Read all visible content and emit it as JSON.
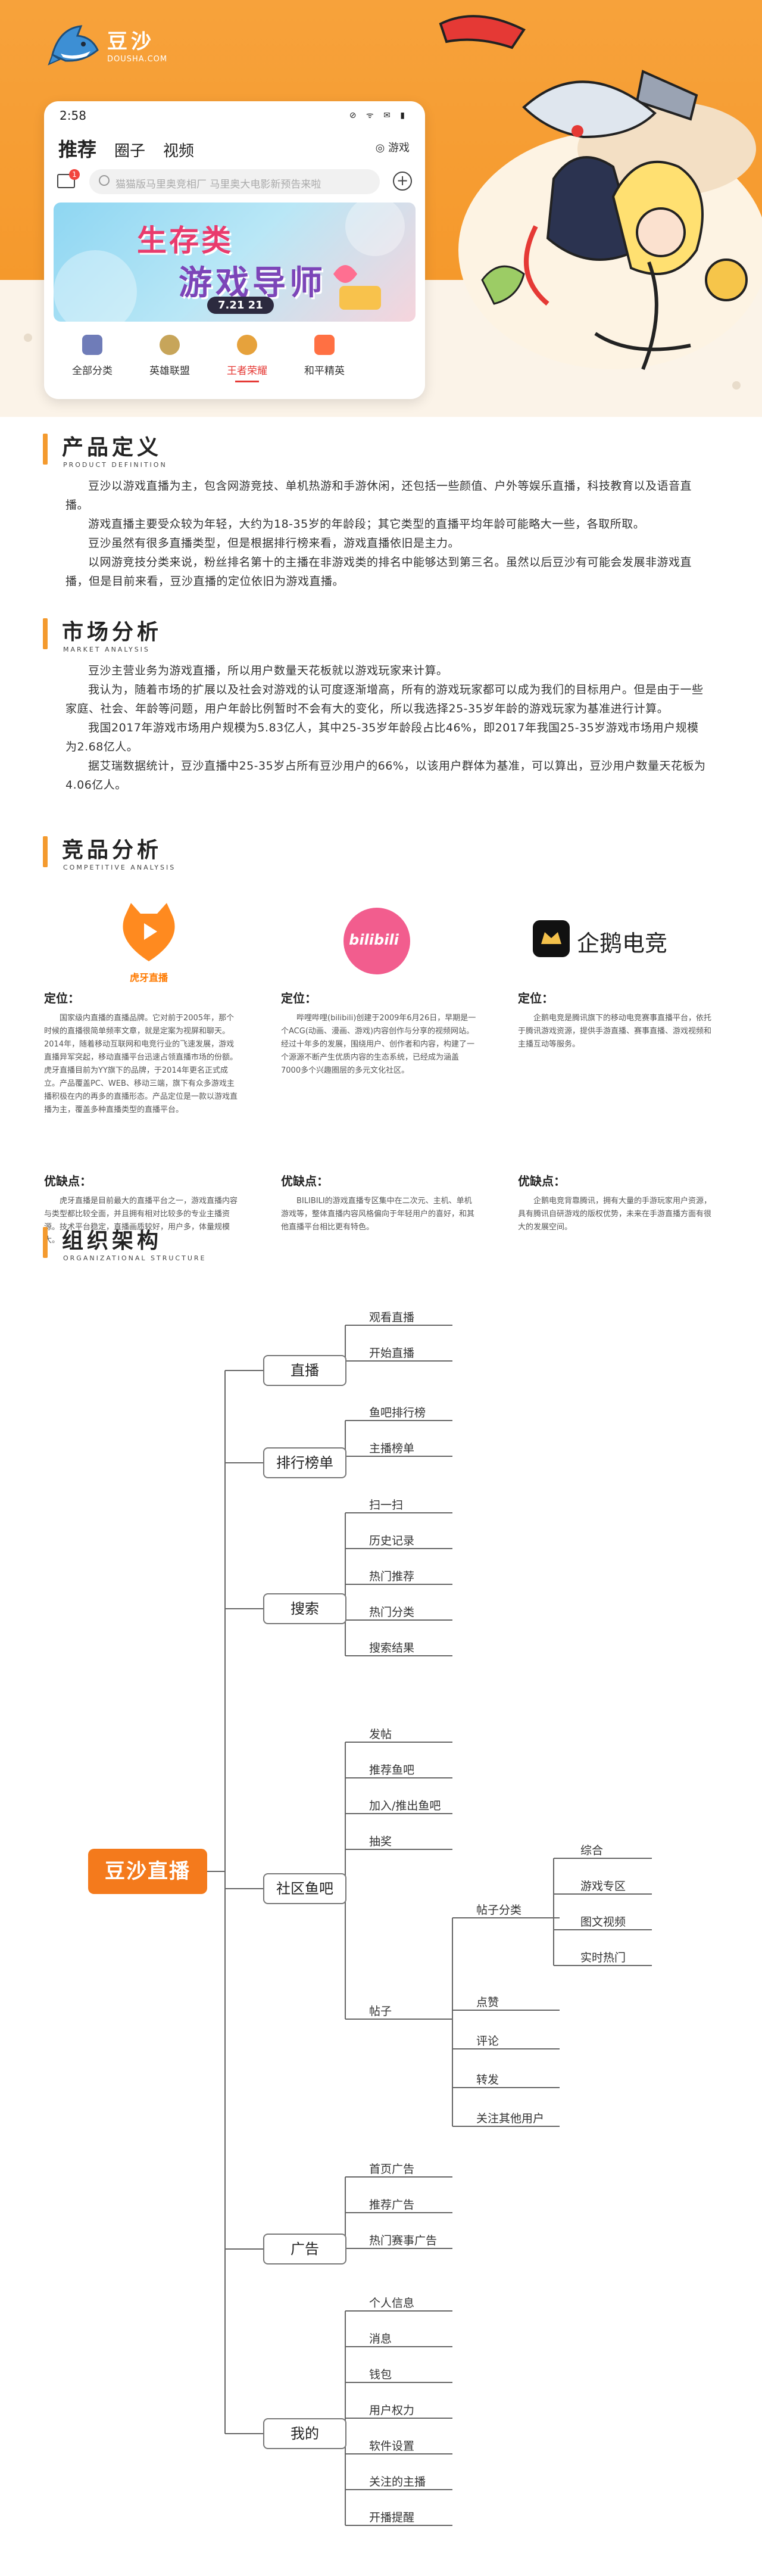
{
  "brand": {
    "name": "豆沙",
    "url": "DOUSHA.COM"
  },
  "phone": {
    "time": "2:58",
    "status_icons": "⊘ ᯤ ✉ ▮",
    "tabs": [
      "推荐",
      "圈子",
      "视频"
    ],
    "game_btn": "◎ 游戏",
    "mail_badge": "1",
    "search_placeholder": "猫猫版马里奥竞相厂 马里奥大电影新预告来啦",
    "banner_title": "生存类",
    "banner_subtitle": "游戏导师",
    "banner_date": "7.21 21",
    "categories": [
      {
        "label": "全部分类",
        "color": "#6f7cb8"
      },
      {
        "label": "英雄联盟",
        "color": "#c7a55a"
      },
      {
        "label": "王者荣耀",
        "color": "#e6a23c"
      },
      {
        "label": "和平精英",
        "color": "#ff7043"
      }
    ]
  },
  "sections": {
    "product": {
      "title": "产品定义",
      "subtitle": "PRODUCT DEFINITION",
      "paragraphs": [
        "豆沙以游戏直播为主，包含网游竞技、单机热游和手游休闲，还包括一些颜值、户外等娱乐直播，科技教育以及语音直播。",
        "游戏直播主要受众较为年轻，大约为18-35岁的年龄段；其它类型的直播平均年龄可能略大一些，各取所取。",
        "豆沙虽然有很多直播类型，但是根据排行榜来看，游戏直播依旧是主力。",
        "以网游竞技分类来说，粉丝排名第十的主播在非游戏类的排名中能够达到第三名。虽然以后豆沙有可能会发展非游戏直播，但是目前来看，豆沙直播的定位依旧为游戏直播。"
      ]
    },
    "market": {
      "title": "市场分析",
      "subtitle": "MARKET ANALYSIS",
      "paragraphs": [
        "豆沙主营业务为游戏直播，所以用户数量天花板就以游戏玩家来计算。",
        "我认为，随着市场的扩展以及社会对游戏的认可度逐渐增高，所有的游戏玩家都可以成为我们的目标用户。但是由于一些家庭、社会、年龄等问题，用户年龄比例暂时不会有大的变化，所以我选择25-35岁年龄的游戏玩家为基准进行计算。",
        "我国2017年游戏市场用户规模为5.83亿人，其中25-35岁年龄段占比46%，即2017年我国25-35岁游戏市场用户规模为2.68亿人。",
        "据艾瑞数据统计，豆沙直播中25-35岁占所有豆沙用户的66%，以该用户群体为基准，可以算出，豆沙用户数量天花板为4.06亿人。"
      ]
    },
    "competitor": {
      "title": "竞品分析",
      "subtitle": "COMPETITIVE ANALYSIS",
      "logos": [
        "虎牙直播",
        "bilibili",
        "企鹅电竞"
      ],
      "columns": [
        {
          "pos_label": "定位：",
          "pos_text": "国家级内直播的直播品牌。它对前于2005年，那个时候的直播很简单频率文章，就是定案为视屏和聊天。2014年，随着移动互联网和电竞行业的飞速发展，游戏直播异军突起，移动直播平台迅速占领直播市场的份额。虎牙直播目前为YY旗下的品牌，于2014年更名正式成立。产品覆盖PC、WEB、移动三端，旗下有众多游戏主播积极在内的再多的直播形态。产品定位是一款以游戏直播为主，覆盖多种直播类型的直播平台。",
          "adv_label": "优缺点：",
          "adv_text": "虎牙直播是目前最大的直播平台之一，游戏直播内容与类型都比较全面，并且拥有相对比较多的专业主播资源。技术平台稳定，直播画质较好，用户多，体量规模大。"
        },
        {
          "pos_label": "定位：",
          "pos_text": "哔哩哔哩(bilibili)创建于2009年6月26日，早期是一个ACG(动画、漫画、游戏)内容创作与分享的视频网站。经过十年多的发展，围绕用户、创作者和内容，构建了一个源源不断产生优质内容的生态系统，已经成为涵盖7000多个兴趣圈层的多元文化社区。",
          "adv_label": "优缺点：",
          "adv_text": "BILIBILI的游戏直播专区集中在二次元、主机、单机游戏等，整体直播内容风格偏向于年轻用户的喜好，和其他直播平台相比更有特色。"
        },
        {
          "pos_label": "定位：",
          "pos_text": "企鹅电竞是腾讯旗下的移动电竞赛事直播平台，依托于腾讯游戏资源，提供手游直播、赛事直播、游戏视频和主播互动等服务。",
          "adv_label": "优缺点：",
          "adv_text": "企鹅电竞背靠腾讯，拥有大量的手游玩家用户资源，具有腾讯自研游戏的版权优势，未来在手游直播方面有很大的发展空间。"
        }
      ]
    },
    "org": {
      "title": "组织架构",
      "subtitle": "ORGANIZATIONAL STRUCTURE",
      "root": "豆沙直播",
      "groups": [
        {
          "label": "直播",
          "items": [
            "观看直播",
            "开始直播"
          ]
        },
        {
          "label": "排行榜单",
          "items": [
            "鱼吧排行榜",
            "主播榜单"
          ]
        },
        {
          "label": "搜索",
          "items": [
            "扫一扫",
            "历史记录",
            "热门推荐",
            "热门分类",
            "搜索结果"
          ]
        },
        {
          "label": "社区鱼吧",
          "items": [
            "发帖",
            "推荐鱼吧",
            "加入/推出鱼吧",
            "抽奖",
            "帖子"
          ],
          "post_items": [
            "帖子分类",
            "点赞",
            "评论",
            "转发",
            "关注其他用户"
          ],
          "post_types": [
            "综合",
            "游戏专区",
            "图文视频",
            "实时热门"
          ]
        },
        {
          "label": "广告",
          "items": [
            "首页广告",
            "推荐广告",
            "热门赛事广告"
          ]
        },
        {
          "label": "我的",
          "items": [
            "个人信息",
            "消息",
            "钱包",
            "用户权力",
            "软件设置",
            "关注的主播",
            "开播提醒"
          ]
        }
      ]
    }
  }
}
